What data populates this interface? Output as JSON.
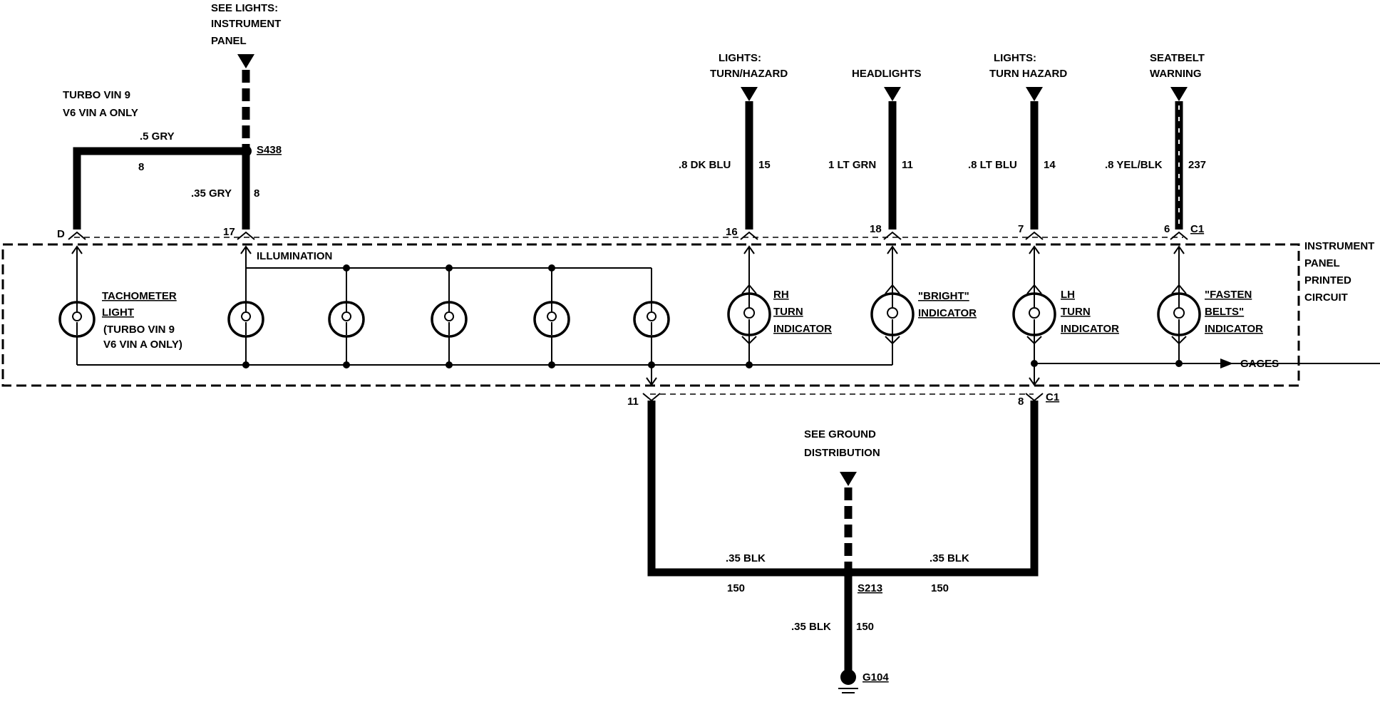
{
  "top_refs": {
    "instrument_panel": [
      "SEE LIGHTS:",
      "INSTRUMENT",
      "PANEL"
    ],
    "turn_hazard_1": [
      "LIGHTS:",
      "TURN/HAZARD"
    ],
    "headlights": [
      "HEADLIGHTS"
    ],
    "turn_hazard_2": [
      "LIGHTS:",
      "TURN HAZARD"
    ],
    "seatbelt": [
      "SEATBELT",
      "WARNING"
    ]
  },
  "turbo_note": [
    "TURBO VIN 9",
    "V6 VIN A ONLY"
  ],
  "wires": {
    "gry_5": ".5 GRY",
    "gry_5_circuit": "8",
    "gry_35": ".35 GRY",
    "gry_35_circuit": "8",
    "dk_blu": ".8 DK BLU",
    "dk_blu_circuit": "15",
    "lt_grn": "1 LT GRN",
    "lt_grn_circuit": "11",
    "lt_blu": ".8 LT BLU",
    "lt_blu_circuit": "14",
    "yel_blk": ".8 YEL/BLK",
    "yel_blk_circuit": "237",
    "blk_left": ".35 BLK",
    "blk_left_circuit": "150",
    "blk_right": ".35 BLK",
    "blk_right_circuit": "150",
    "blk_down": ".35 BLK",
    "blk_down_circuit": "150"
  },
  "splices": {
    "s438": "S438",
    "s213": "S213",
    "g104": "G104"
  },
  "pins": {
    "d": "D",
    "p17": "17",
    "p16": "16",
    "p18": "18",
    "p7": "7",
    "p6": "6",
    "c1_top": "C1",
    "p11": "11",
    "p8": "8",
    "c1_bottom": "C1"
  },
  "panel_label": [
    "INSTRUMENT",
    "PANEL",
    "PRINTED",
    "CIRCUIT"
  ],
  "illumination": "ILLUMINATION",
  "gages": "GAGES",
  "components": {
    "tach": [
      "TACHOMETER",
      "LIGHT"
    ],
    "tach_note": [
      "(TURBO VIN 9",
      "V6 VIN A ONLY)"
    ],
    "rh_turn": [
      "RH",
      "TURN",
      "INDICATOR"
    ],
    "bright": [
      "\"BRIGHT\"",
      "INDICATOR"
    ],
    "lh_turn": [
      "LH",
      "TURN",
      "INDICATOR"
    ],
    "fasten": [
      "\"FASTEN",
      "BELTS\"",
      "INDICATOR"
    ]
  },
  "ground_ref": [
    "SEE GROUND",
    "DISTRIBUTION"
  ]
}
